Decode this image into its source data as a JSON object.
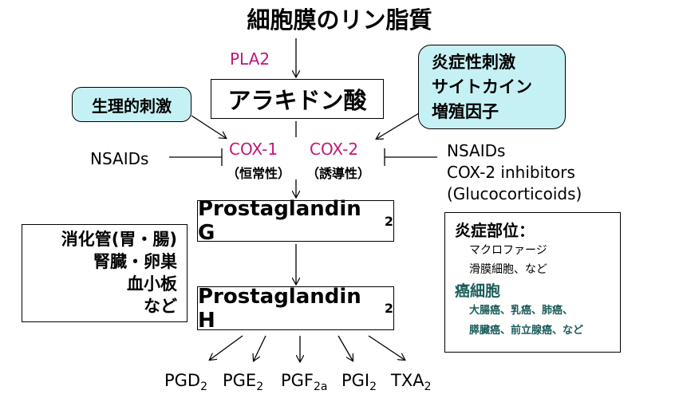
{
  "title": "細胞膜のリン脂質",
  "enzyme_pla2": "PLA2",
  "arachidonic_acid": "アラキドン酸",
  "physiological_stimulus": "生理的刺激",
  "inflammatory_stimuli": [
    "炎症性刺激",
    "サイトカイン",
    "増殖因子"
  ],
  "cox1": {
    "label": "COX-1",
    "sub": "（恒常性）"
  },
  "cox2": {
    "label": "COX-2",
    "sub": "（誘導性）"
  },
  "nsaids_left": "NSAIDs",
  "nsaids_right": [
    "NSAIDs",
    "COX-2 inhibitors",
    "(Glucocorticoids)"
  ],
  "pgg2": {
    "text": "Prostaglandin G",
    "sub": "2"
  },
  "pgh2": {
    "text": "Prostaglandin H",
    "sub": "2"
  },
  "organs": [
    "消化管(胃・腸)",
    "腎臓・卵巣",
    "血小板",
    "など"
  ],
  "inflammation_site": {
    "title": "炎症部位：",
    "items": [
      "マクロファージ",
      "滑膜細胞、など"
    ],
    "cancer_title": "癌細胞",
    "cancer_items": [
      "大腸癌、乳癌、肺癌、",
      "膵臓癌、前立腺癌、など"
    ]
  },
  "products": [
    {
      "base": "PGD",
      "sub": "2"
    },
    {
      "base": "PGE",
      "sub": "2"
    },
    {
      "base": "PGF",
      "sub": "2a"
    },
    {
      "base": "PGI",
      "sub": "2"
    },
    {
      "base": "TXA",
      "sub": "2"
    }
  ],
  "colors": {
    "enzyme": "#c0187a",
    "callout_fill": "#c6f1f4",
    "cancer": "#1b5d5a"
  }
}
